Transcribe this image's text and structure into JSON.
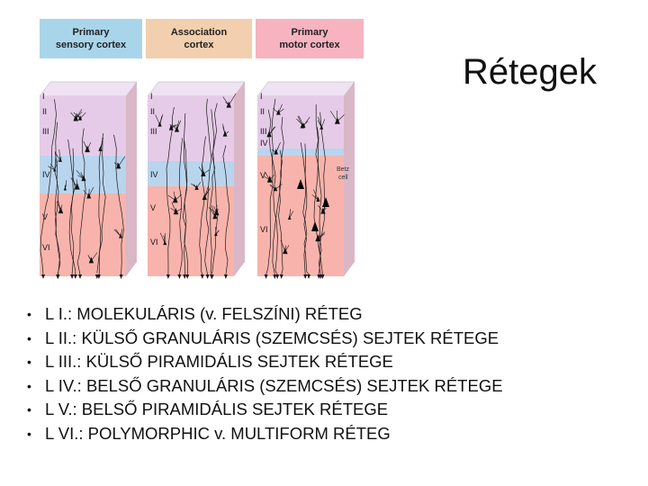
{
  "title": "Rétegek",
  "figure": {
    "columns": [
      {
        "header_line1": "Primary",
        "header_line2": "sensory cortex",
        "header_color": "#a9d5ea",
        "layer_labels": [
          "I",
          "II",
          "III",
          "IV",
          "V",
          "VI"
        ]
      },
      {
        "header_line1": "Association",
        "header_line2": "cortex",
        "header_color": "#f2cfae",
        "layer_labels": [
          "I",
          "II",
          "III",
          "IV",
          "V",
          "VI"
        ]
      },
      {
        "header_line1": "Primary",
        "header_line2": "motor cortex",
        "header_color": "#f7b3c0",
        "layer_labels": [
          "I",
          "II",
          "III",
          "IV",
          "V",
          "VI"
        ]
      }
    ],
    "betz_label_line1": "Betz",
    "betz_label_line2": "cell",
    "layer_colors": {
      "top": "#e8d7ee",
      "mid": "#b9d7ef",
      "deep": "#f8b4ac"
    }
  },
  "bullets": [
    "L I.: MOLEKULÁRIS (v. FELSZÍNI) RÉTEG",
    "L II.: KÜLSŐ GRANULÁRIS (SZEMCSÉS) SEJTEK RÉTEGE",
    "L III.: KÜLSŐ PIRAMIDÁLIS SEJTEK RÉTEGE",
    "L IV.: BELSŐ GRANULÁRIS (SZEMCSÉS) SEJTEK RÉTEGE",
    "L V.: BELSŐ PIRAMIDÁLIS SEJTEK RÉTEGE",
    "L VI.: POLYMORPHIC v. MULTIFORM RÉTEG"
  ],
  "bullet_symbol": "•"
}
